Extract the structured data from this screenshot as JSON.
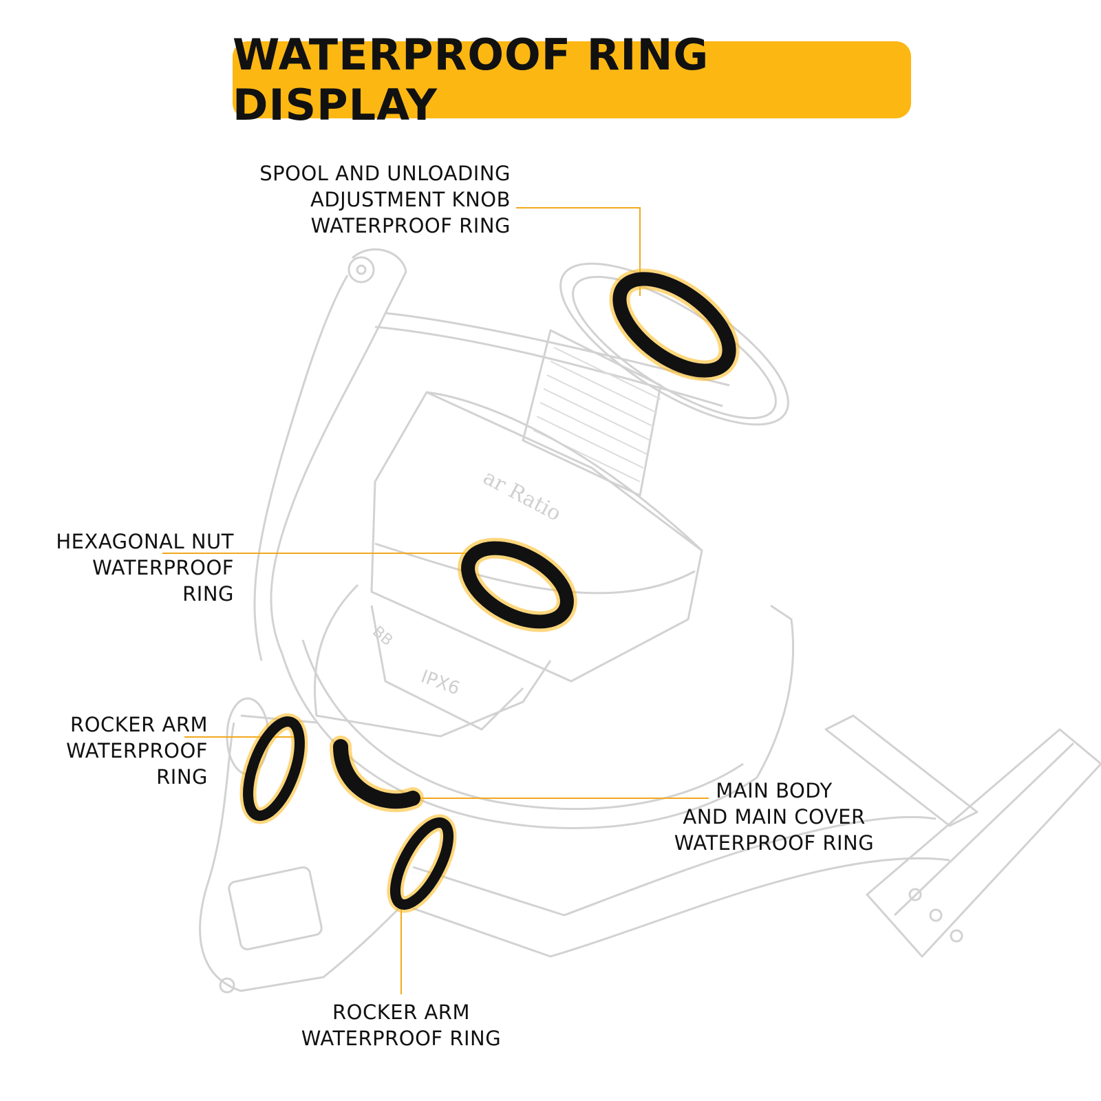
{
  "title": "WATERPROOF RING DISPLAY",
  "colors": {
    "accent": "#FDB713",
    "ring": "#111111",
    "leader": "#F2A81D",
    "outline": "#d4d4d4"
  },
  "callouts": {
    "spool_knob": {
      "lines": [
        "SPOOL AND UNLOADING",
        "ADJUSTMENT KNOB",
        "WATERPROOF RING"
      ]
    },
    "hex_nut": {
      "lines": [
        "HEXAGONAL NUT",
        "WATERPROOF",
        "RING"
      ]
    },
    "rocker_arm_left": {
      "lines": [
        "ROCKER ARM",
        "WATERPROOF",
        "RING"
      ]
    },
    "main_body": {
      "lines": [
        "MAIN BODY",
        "AND MAIN COVER",
        "WATERPROOF RING"
      ]
    },
    "rocker_arm_bottom": {
      "lines": [
        "ROCKER ARM",
        "WATERPROOF RING"
      ]
    }
  },
  "reel_markings": {
    "gear_ratio": "ar Ratio",
    "ipx": "IPX6",
    "bb": "BB"
  }
}
